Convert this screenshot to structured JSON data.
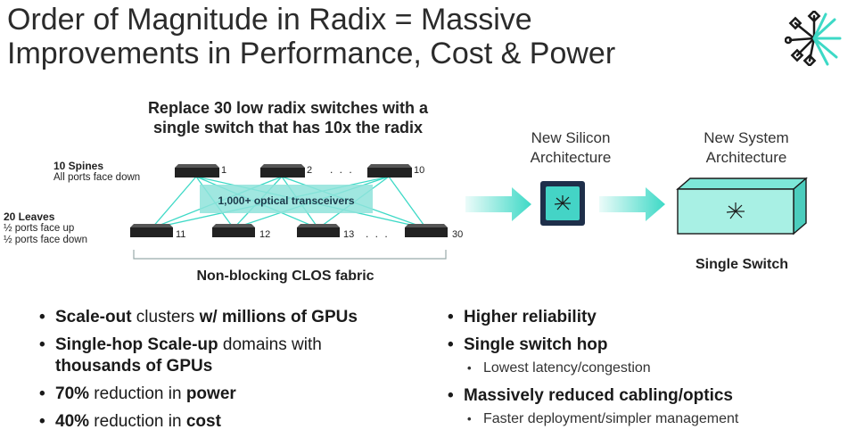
{
  "slide": {
    "title_line1": "Order of Magnitude in Radix = Massive",
    "title_line2": "Improvements in Performance, Cost & Power",
    "logo": "network-star-logo",
    "accent": "#3dd9c6",
    "dark": "#1e2f4a"
  },
  "clos": {
    "headline_line1": "Replace 30 low radix switches with a",
    "headline_line2": "single switch that has 10x the radix",
    "spines_label": "10 Spines",
    "spines_sub": "All ports face down",
    "leaves_label": "20 Leaves",
    "leaves_sub1": "½ ports face up",
    "leaves_sub2": "½ ports face down",
    "spine_numbers": [
      "1",
      "2",
      "10"
    ],
    "leaf_numbers": [
      "11",
      "12",
      "13",
      "30"
    ],
    "ellipsis": ". . .",
    "optics": "1,000+ optical transceivers",
    "caption": "Non-blocking CLOS fabric"
  },
  "architecture": {
    "silicon_line1": "New Silicon",
    "silicon_line2": "Architecture",
    "system_line1": "New System",
    "system_line2": "Architecture",
    "single_switch": "Single Switch"
  },
  "bullets_left": [
    {
      "a": "Scale-out",
      "b": " clusters ",
      "c": "w/ millions of GPUs"
    },
    {
      "a": "Single-hop Scale-up",
      "b": " domains with",
      "c": ""
    },
    {
      "a": "thousands of GPUs"
    },
    {
      "a": "70%",
      "b": " reduction in ",
      "c": "power"
    },
    {
      "a": "40%",
      "b": " reduction in ",
      "c": "cost"
    }
  ],
  "bullets_right": [
    {
      "text": "Higher reliability"
    },
    {
      "text": "Single switch hop"
    },
    {
      "sub": "Lowest latency/congestion"
    },
    {
      "text": "Massively reduced cabling/optics"
    },
    {
      "sub": "Faster deployment/simpler management"
    }
  ],
  "bullet_glyph": "•"
}
